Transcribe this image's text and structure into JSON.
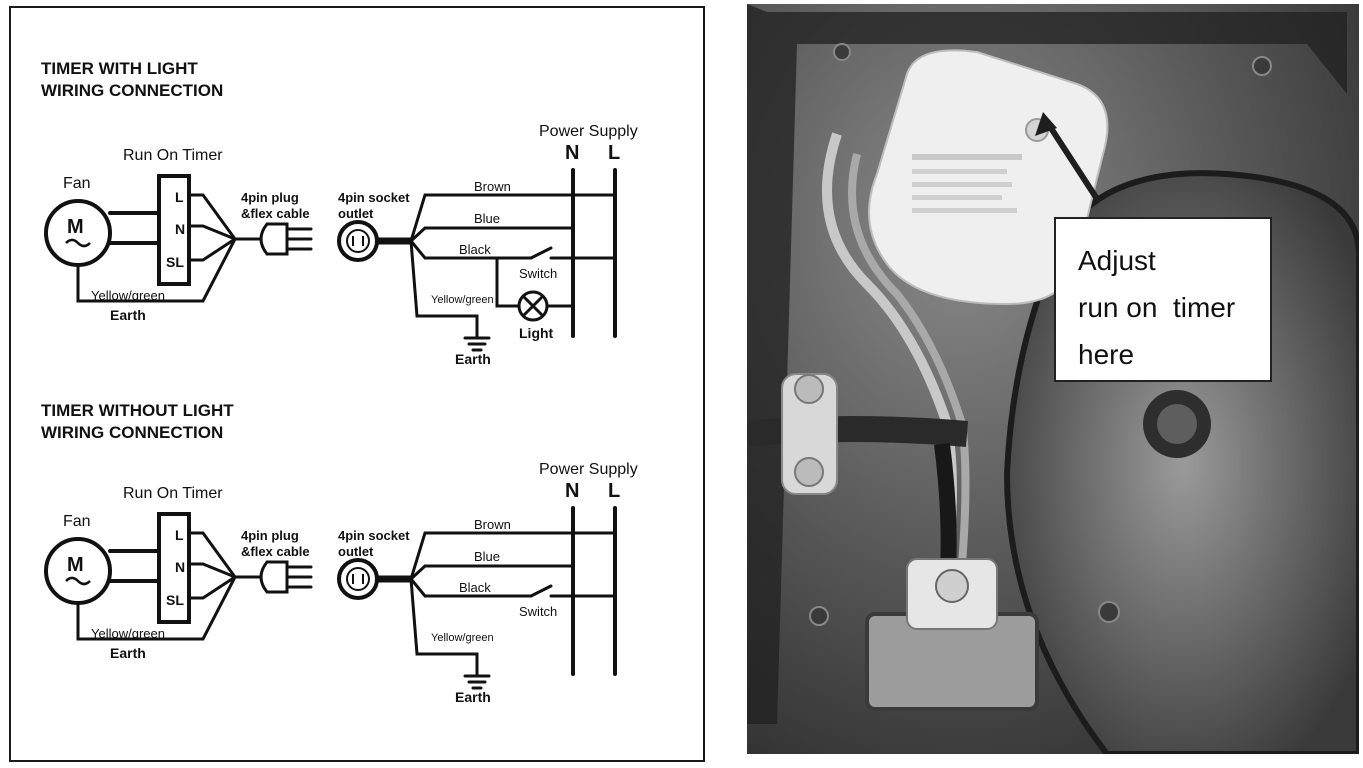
{
  "diagrams": [
    {
      "title_line1": "TIMER WITH LIGHT",
      "title_line2": "WIRING CONNECTION",
      "fan_label": "Fan",
      "motor_symbol": "M",
      "timer_label": "Run On Timer",
      "terminals": [
        "L",
        "N",
        "SL"
      ],
      "plug_label_line1": "4pin plug",
      "plug_label_line2": "&flex cable",
      "socket_label_line1": "4pin socket",
      "socket_label_line2": "outlet",
      "power_supply_label": "Power Supply",
      "neutral_label": "N",
      "live_label": "L",
      "wire_brown": "Brown",
      "wire_blue": "Blue",
      "wire_black": "Black",
      "wire_yellow_green_socket": "Yellow/green",
      "wire_yellow_green_fan": "Yellow/green",
      "switch_label": "Switch",
      "light_label": "Light",
      "earth_fan": "Earth",
      "earth_socket": "Earth"
    },
    {
      "title_line1": "TIMER WITHOUT LIGHT",
      "title_line2": "WIRING CONNECTION",
      "fan_label": "Fan",
      "motor_symbol": "M",
      "timer_label": "Run On Timer",
      "terminals": [
        "L",
        "N",
        "SL"
      ],
      "plug_label_line1": "4pin plug",
      "plug_label_line2": "&flex cable",
      "socket_label_line1": "4pin socket",
      "socket_label_line2": "outlet",
      "power_supply_label": "Power Supply",
      "neutral_label": "N",
      "live_label": "L",
      "wire_brown": "Brown",
      "wire_blue": "Blue",
      "wire_black": "Black",
      "wire_yellow_green_socket": "Yellow/green",
      "wire_yellow_green_fan": "Yellow/green",
      "switch_label": "Switch",
      "earth_fan": "Earth",
      "earth_socket": "Earth"
    }
  ],
  "photo": {
    "callout_line1": "Adjust",
    "callout_line2": "run on  timer",
    "callout_line3": "here"
  }
}
